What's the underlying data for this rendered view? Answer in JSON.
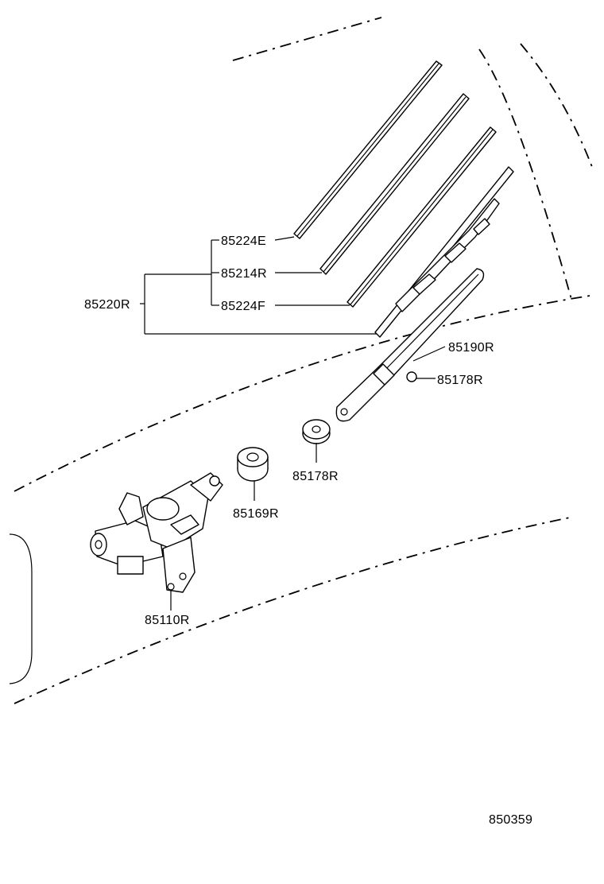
{
  "labels": {
    "blade_rubber_e": "85224E",
    "blade_backing": "85214R",
    "blade_rubber_f": "85224F",
    "blade_assy": "85220R",
    "wiper_arm": "85190R",
    "arm_cap": "85178R",
    "pivot_nut": "85178R",
    "cushion": "85169R",
    "motor": "85110R",
    "figure_id": "850359"
  }
}
